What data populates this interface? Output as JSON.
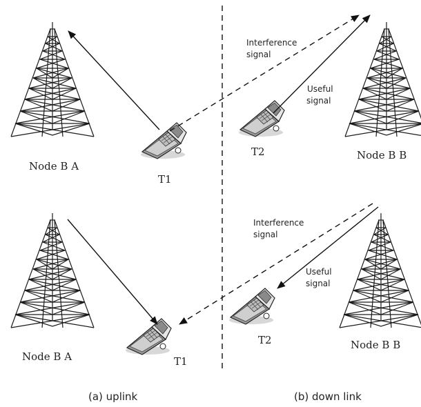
{
  "labels": {
    "node_b_a_top": "Node B A",
    "node_b_b_top": "Node B B",
    "node_b_a_bottom": "Node B A",
    "node_b_b_bottom": "Node B B",
    "t1_top": "T1",
    "t2_top": "T2",
    "t1_bottom": "T1",
    "t2_bottom": "T2"
  },
  "signals": {
    "interference_top_l1": "Interference",
    "interference_top_l2": "signal",
    "useful_top_l1": "Useful",
    "useful_top_l2": "signal",
    "interference_bottom_l1": "Interference",
    "interference_bottom_l2": "signal",
    "useful_bottom_l1": "Useful",
    "useful_bottom_l2": "signal"
  },
  "captions": {
    "uplink": "(a) uplink",
    "downlink": "(b) down link"
  }
}
